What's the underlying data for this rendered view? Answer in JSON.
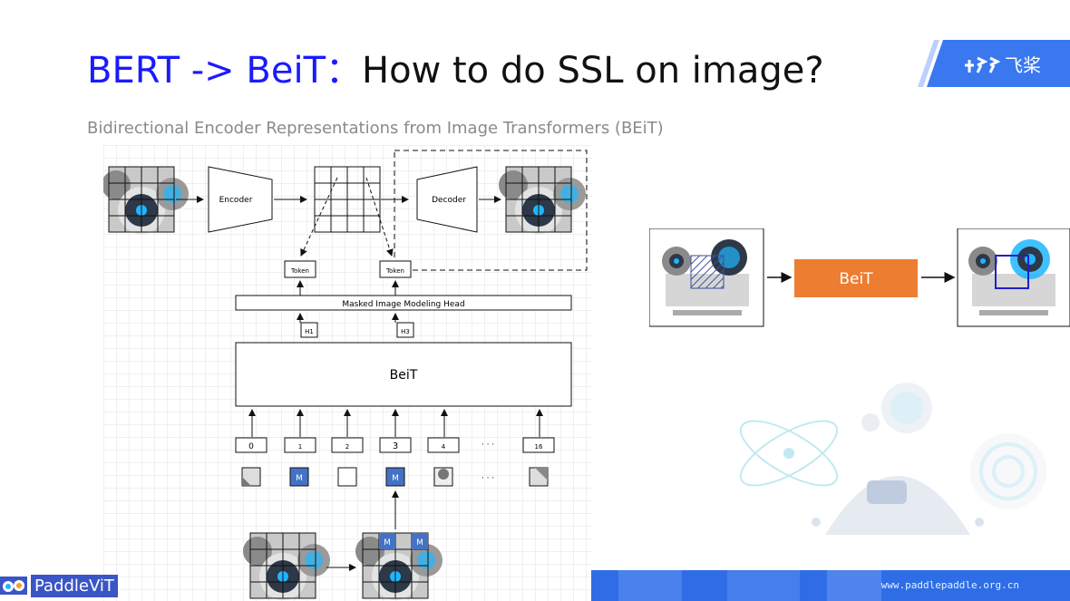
{
  "title": {
    "part1": "BERT -> BeiT：",
    "part2": "How to do SSL on image?"
  },
  "subtitle": "Bidirectional Encoder Representations from Image Transformers (BEiT)",
  "logo": {
    "text": "飞桨",
    "icon": "paddle-logo-icon"
  },
  "diagram": {
    "encoder": "Encoder",
    "decoder": "Decoder",
    "token1": "Token",
    "token2": "Token",
    "mim_head": "Masked Image Modeling Head",
    "h1": "H1",
    "h3": "H3",
    "beit": "BeiT",
    "positions": [
      "0",
      "1",
      "2",
      "3",
      "4",
      "· · ·",
      "16"
    ],
    "mask_label": "M",
    "ellipsis": "· · ·"
  },
  "right_diagram": {
    "beit_label": "BeiT"
  },
  "footer": {
    "brand": "PaddleViT",
    "url": "www.paddlepaddle.org.cn"
  },
  "colors": {
    "title_accent": "#1a1aff",
    "beit_box": "#ed7d31",
    "mask": "#4472c4",
    "footer_blue": "#2f6de6"
  }
}
